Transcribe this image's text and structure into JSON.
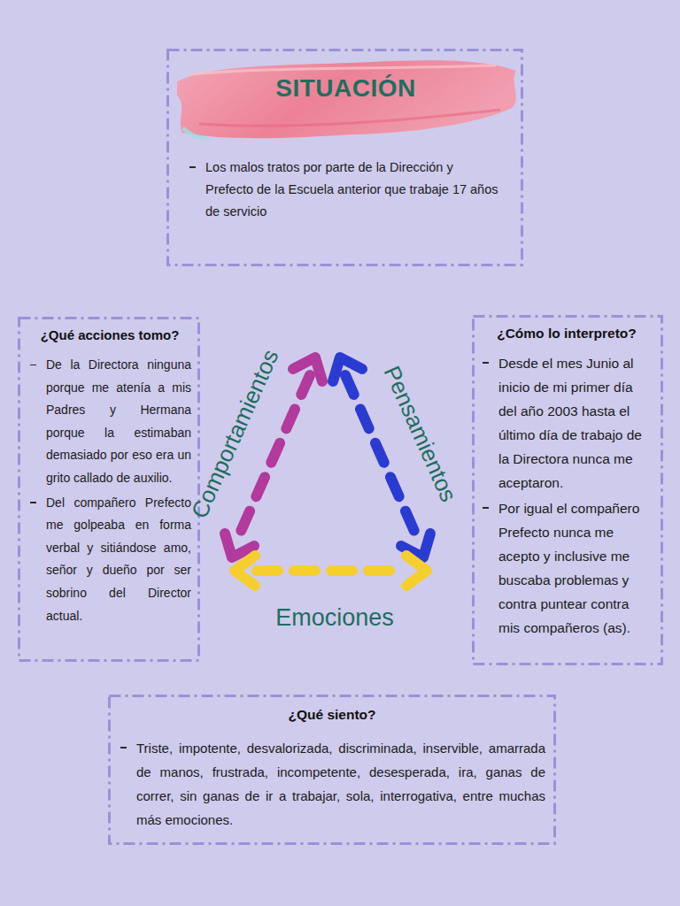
{
  "diagram": {
    "nodes": [
      {
        "text": [
          "SITUACIÓN",
          "Los malos tratos por parte de la Dirección y Prefecto de la Escuela anterior que trabaje 17 años de servicio"
        ]
      },
      {
        "text": [
          "¿Qué acciones tomo?",
          "De la Directora ninguna porque me atenía a mis Padres y Hermana porque la estimaban demasiado por eso era un grito callado de auxilio.",
          "Del compañero Prefecto me golpeaba en forma verbal y sitiándose amo, señor y dueño por ser sobrino del Director actual."
        ]
      },
      {
        "text": [
          "¿Cómo lo interpreto?",
          "Desde el mes Junio al inicio de mi primer día del año 2003 hasta el último día de trabajo de la Directora nunca me aceptaron.",
          "Por igual el compañero Prefecto nunca me acepto y inclusive me buscaba problemas y contra puntear contra mis compañeros (as)."
        ]
      },
      {
        "text": [
          "¿Qué siento?",
          "Triste, impotente, desvalorizada, discriminada, inservible, amarrada de manos, frustrada, incompetente, desesperada, ira, ganas de correr, sin ganas de ir a trabajar, sola, interrogativa, entre muchas más emociones."
        ]
      }
    ],
    "labels": [
      "Comportamientos",
      "Pensamientos",
      "Emociones"
    ]
  }
}
